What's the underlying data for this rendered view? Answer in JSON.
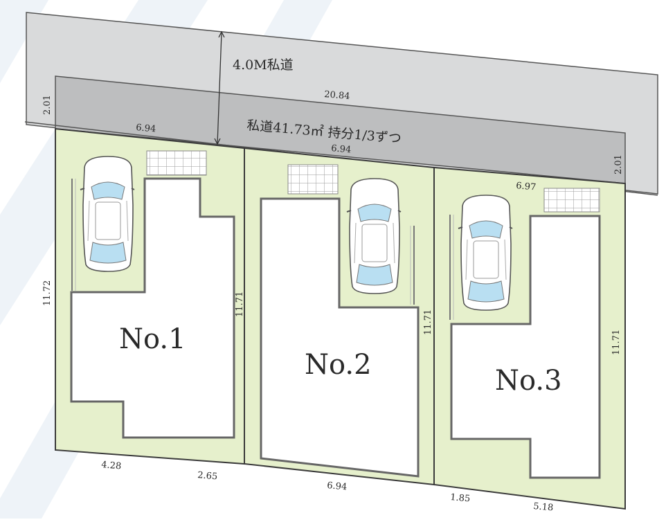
{
  "road": {
    "width_label": "4.0M私道",
    "private_road_label": "私道41.73㎡ 持分1/3ずつ"
  },
  "dimensions": {
    "top_total": "20.84",
    "left_road_depth": "2.01",
    "right_road_depth": "2.01",
    "lot1_top": "6.94",
    "lot2_top": "6.94",
    "lot3_top": "6.97",
    "lot1_left": "11.72",
    "lot1_right": "11.71",
    "lot2_right": "11.71",
    "lot3_right": "11.71",
    "lot1_bottom_left": "4.28",
    "lot1_bottom_right": "2.65",
    "lot2_bottom": "6.94",
    "lot3_bottom_left": "1.85",
    "lot3_bottom_right": "5.18"
  },
  "lots": [
    {
      "label": "No.1"
    },
    {
      "label": "No.2"
    },
    {
      "label": "No.3"
    }
  ],
  "colors": {
    "lot_fill": "#e6f0cc",
    "road_light": "#d9dadb",
    "road_dark": "#bdbebf",
    "outline": "#3a3a3a",
    "wall": "#666666",
    "stripe": "#eef3f8",
    "car_glass": "#b9dff2"
  }
}
